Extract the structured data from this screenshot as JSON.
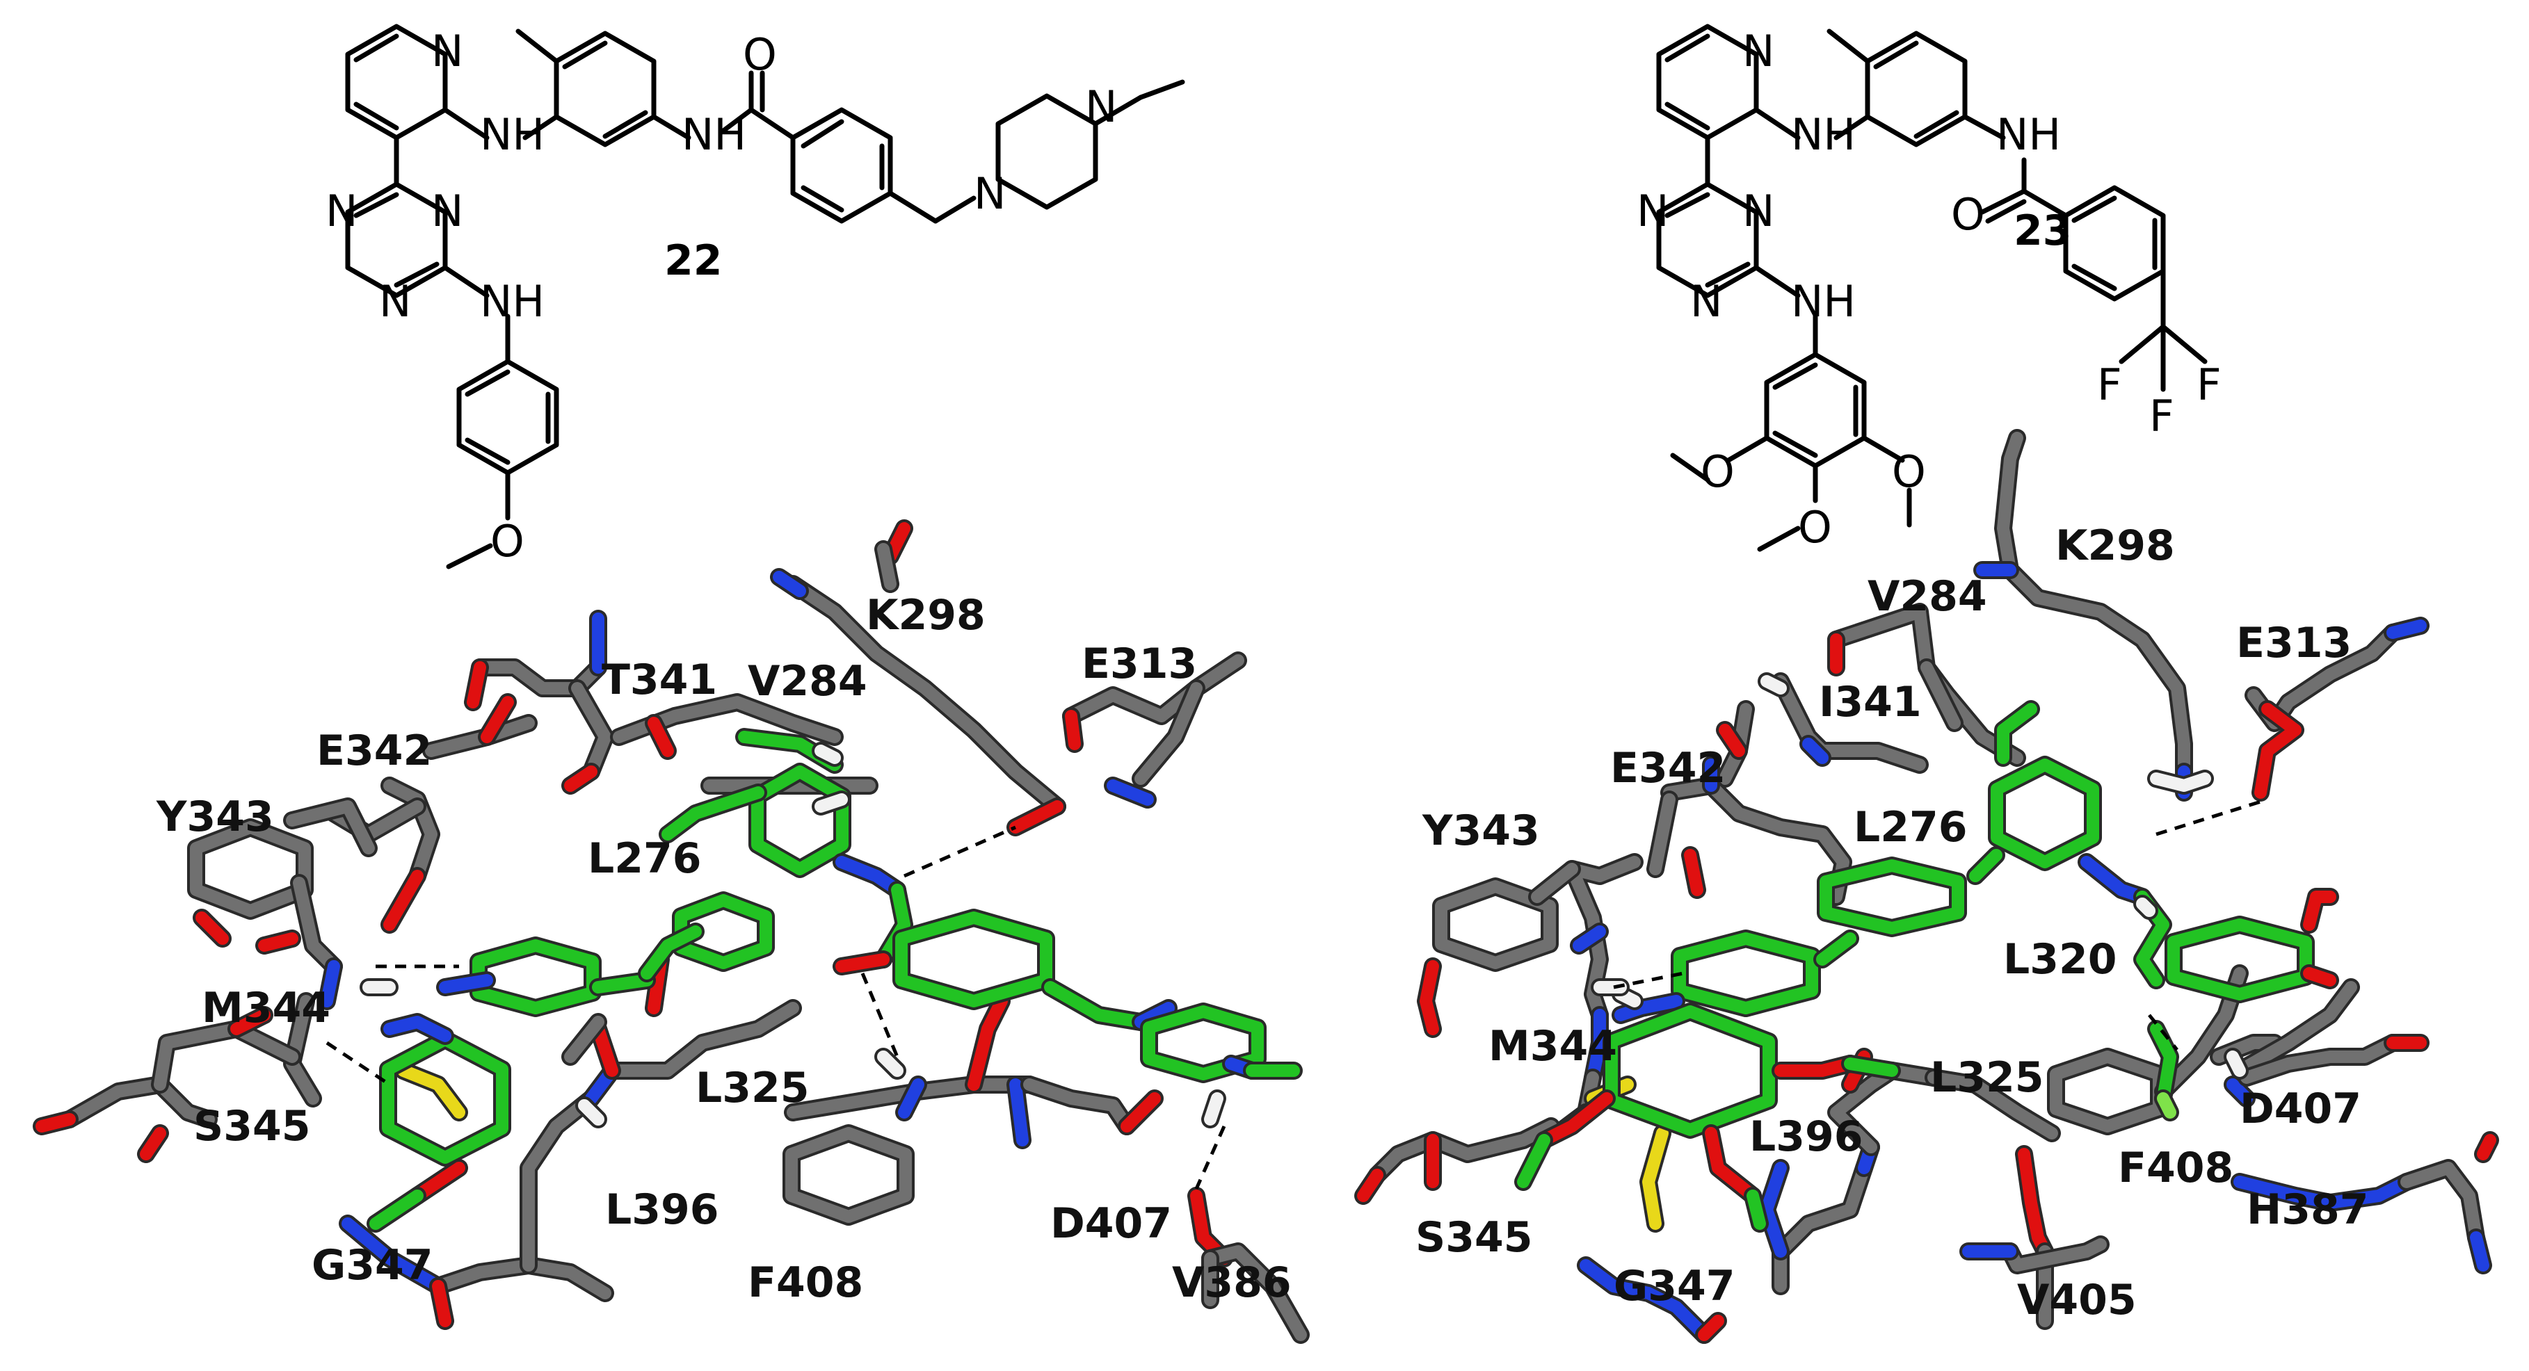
{
  "compounds": [
    {
      "number": "22",
      "atoms": {
        "pyridine_n": "N",
        "amine_1": "NH",
        "amide_nh": "NH",
        "amide_o": "O",
        "triazine_n1": "N",
        "triazine_n2": "N",
        "triazine_n3": "N",
        "amine_2": "NH",
        "methoxy_o": "O",
        "piperazine_n1": "N",
        "piperazine_n2": "N"
      }
    },
    {
      "number": "23",
      "atoms": {
        "pyridine_n": "N",
        "amine_1": "NH",
        "amide_nh": "NH",
        "amide_o": "O",
        "triazine_n1": "N",
        "triazine_n2": "N",
        "triazine_n3": "N",
        "amine_2": "NH",
        "methoxy_o1": "O",
        "methoxy_o2": "O",
        "methoxy_o3": "O",
        "f1": "F",
        "f2": "F",
        "f3": "F"
      }
    }
  ],
  "residues_left": [
    "K298",
    "E313",
    "V284",
    "T341",
    "E342",
    "Y343",
    "L276",
    "M344",
    "S345",
    "L325",
    "L396",
    "G347",
    "F408",
    "D407",
    "V386"
  ],
  "residues_right": [
    "K298",
    "V284",
    "E313",
    "I341",
    "E342",
    "Y343",
    "L276",
    "L320",
    "M344",
    "L325",
    "L396",
    "D407",
    "F408",
    "H387",
    "S345",
    "G347",
    "V405"
  ],
  "colors": {
    "ligand_carbon": "#22c323",
    "protein_carbon": "#707070",
    "nitrogen": "#2040e0",
    "oxygen": "#e01010",
    "sulfur": "#e8d81a",
    "hydrogen": "#f2f2f2",
    "fluorine": "#7fe24a",
    "hbond": "#000000"
  }
}
